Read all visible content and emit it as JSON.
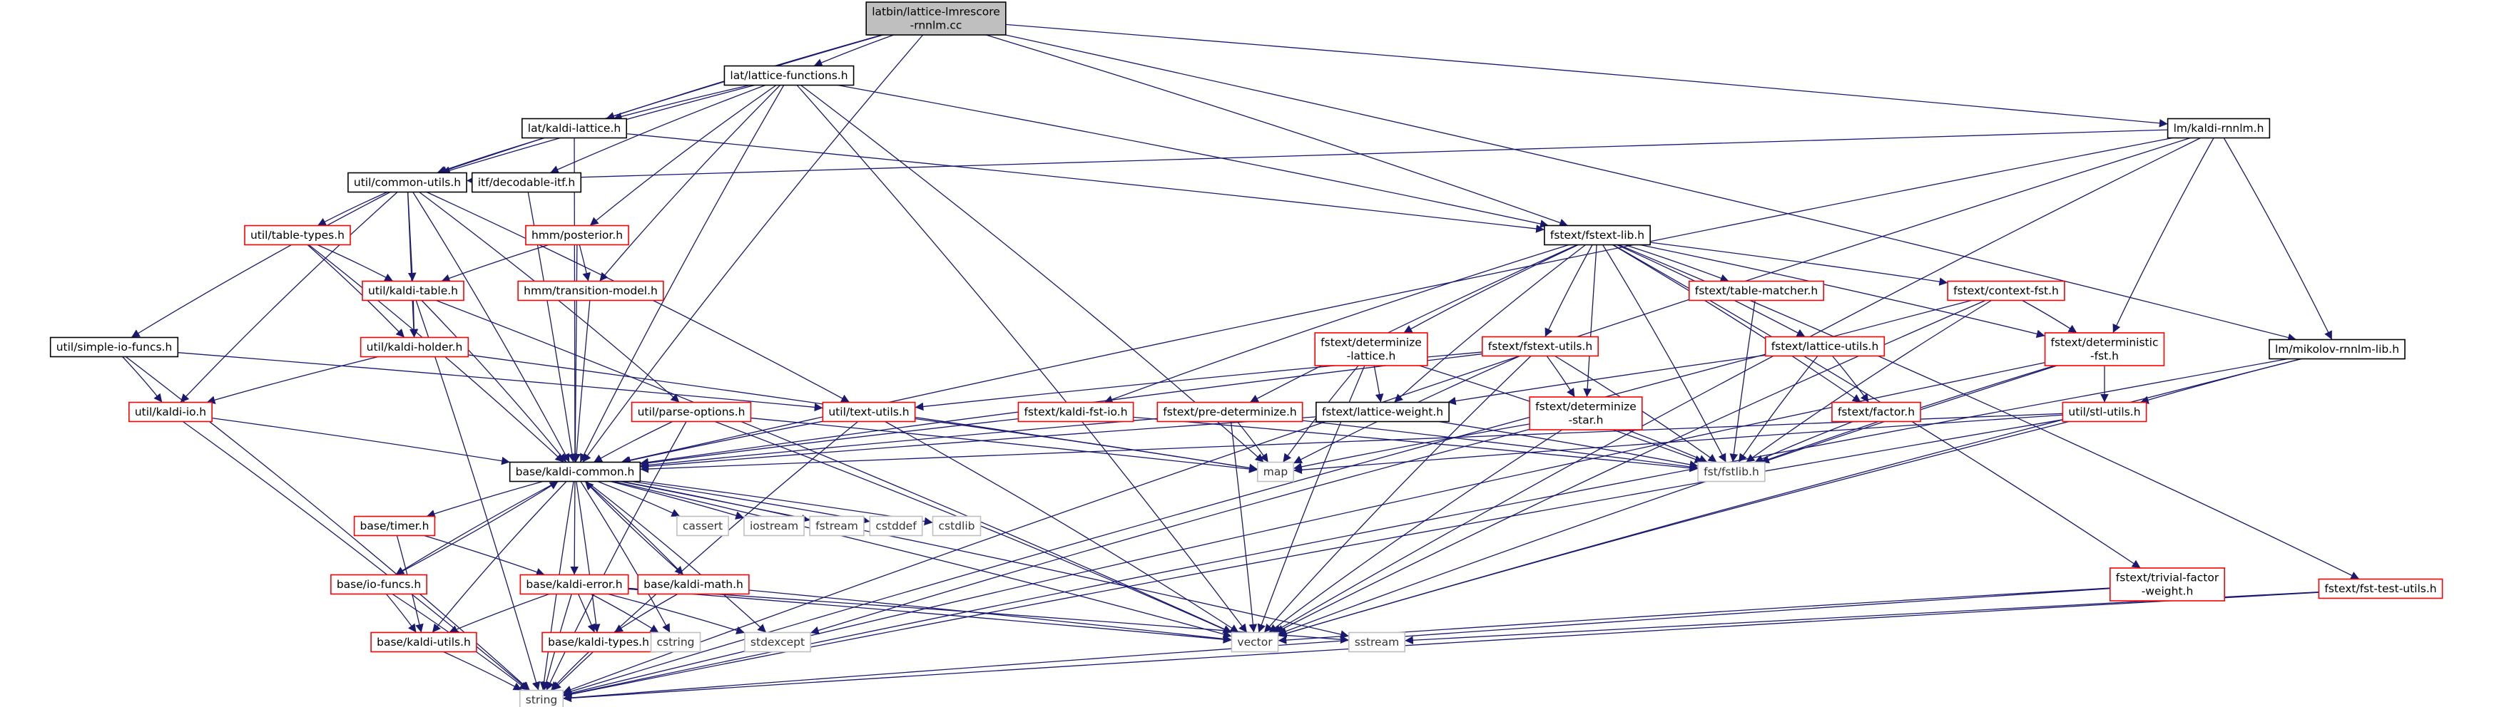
{
  "colors": {
    "edge": "#191970",
    "node_border_default": "#000000",
    "node_border_incomplete": "#ff0000",
    "node_border_external": "#bfbfbf",
    "root_fill": "#bfbfbf",
    "node_fill": "#ffffff"
  },
  "nodes": [
    {
      "id": "root",
      "lines": [
        "latbin/lattice-lmrescore",
        "-rnnlm.cc"
      ],
      "style": "root"
    },
    {
      "id": "lattice_functions",
      "lines": [
        "lat/lattice-functions.h"
      ],
      "style": "default"
    },
    {
      "id": "kaldi_lattice",
      "lines": [
        "lat/kaldi-lattice.h"
      ],
      "style": "default"
    },
    {
      "id": "kaldi_rnnlm",
      "lines": [
        "lm/kaldi-rnnlm.h"
      ],
      "style": "default"
    },
    {
      "id": "common_utils",
      "lines": [
        "util/common-utils.h"
      ],
      "style": "default"
    },
    {
      "id": "decodable_itf",
      "lines": [
        "itf/decodable-itf.h"
      ],
      "style": "default"
    },
    {
      "id": "fstext_lib",
      "lines": [
        "fstext/fstext-lib.h"
      ],
      "style": "default"
    },
    {
      "id": "table_types",
      "lines": [
        "util/table-types.h"
      ],
      "style": "incomplete"
    },
    {
      "id": "posterior",
      "lines": [
        "hmm/posterior.h"
      ],
      "style": "incomplete"
    },
    {
      "id": "kaldi_table",
      "lines": [
        "util/kaldi-table.h"
      ],
      "style": "incomplete"
    },
    {
      "id": "transition_model",
      "lines": [
        "hmm/transition-model.h"
      ],
      "style": "incomplete"
    },
    {
      "id": "kaldi_holder",
      "lines": [
        "util/kaldi-holder.h"
      ],
      "style": "incomplete"
    },
    {
      "id": "simple_io_funcs",
      "lines": [
        "util/simple-io-funcs.h"
      ],
      "style": "default"
    },
    {
      "id": "kaldi_io",
      "lines": [
        "util/kaldi-io.h"
      ],
      "style": "incomplete"
    },
    {
      "id": "parse_options",
      "lines": [
        "util/parse-options.h"
      ],
      "style": "incomplete"
    },
    {
      "id": "text_utils",
      "lines": [
        "util/text-utils.h"
      ],
      "style": "incomplete"
    },
    {
      "id": "determinize_lattice",
      "lines": [
        "fstext/determinize",
        "-lattice.h"
      ],
      "style": "incomplete"
    },
    {
      "id": "table_matcher",
      "lines": [
        "fstext/table-matcher.h"
      ],
      "style": "incomplete"
    },
    {
      "id": "fstext_utils",
      "lines": [
        "fstext/fstext-utils.h"
      ],
      "style": "incomplete"
    },
    {
      "id": "lattice_utils",
      "lines": [
        "fstext/lattice-utils.h"
      ],
      "style": "incomplete"
    },
    {
      "id": "context_fst",
      "lines": [
        "fstext/context-fst.h"
      ],
      "style": "incomplete"
    },
    {
      "id": "deterministic_fst",
      "lines": [
        "fstext/deterministic",
        "-fst.h"
      ],
      "style": "incomplete"
    },
    {
      "id": "mikolov_rnnlm_lib",
      "lines": [
        "lm/mikolov-rnnlm-lib.h"
      ],
      "style": "default"
    },
    {
      "id": "kaldi_fst_io",
      "lines": [
        "fstext/kaldi-fst-io.h"
      ],
      "style": "incomplete"
    },
    {
      "id": "pre_determinize",
      "lines": [
        "fstext/pre-determinize.h"
      ],
      "style": "incomplete"
    },
    {
      "id": "lattice_weight",
      "lines": [
        "fstext/lattice-weight.h"
      ],
      "style": "default"
    },
    {
      "id": "determinize_star",
      "lines": [
        "fstext/determinize",
        "-star.h"
      ],
      "style": "incomplete"
    },
    {
      "id": "factor",
      "lines": [
        "fstext/factor.h"
      ],
      "style": "incomplete"
    },
    {
      "id": "stl_utils",
      "lines": [
        "util/stl-utils.h"
      ],
      "style": "incomplete"
    },
    {
      "id": "kaldi_common",
      "lines": [
        "base/kaldi-common.h"
      ],
      "style": "default"
    },
    {
      "id": "map",
      "lines": [
        "map"
      ],
      "style": "external"
    },
    {
      "id": "fstlib",
      "lines": [
        "fst/fstlib.h"
      ],
      "style": "external"
    },
    {
      "id": "timer",
      "lines": [
        "base/timer.h"
      ],
      "style": "incomplete"
    },
    {
      "id": "cassert",
      "lines": [
        "cassert"
      ],
      "style": "external"
    },
    {
      "id": "iostream",
      "lines": [
        "iostream"
      ],
      "style": "external"
    },
    {
      "id": "fstream",
      "lines": [
        "fstream"
      ],
      "style": "external"
    },
    {
      "id": "cstddef",
      "lines": [
        "cstddef"
      ],
      "style": "external"
    },
    {
      "id": "cstdlib",
      "lines": [
        "cstdlib"
      ],
      "style": "external"
    },
    {
      "id": "io_funcs",
      "lines": [
        "base/io-funcs.h"
      ],
      "style": "incomplete"
    },
    {
      "id": "kaldi_error",
      "lines": [
        "base/kaldi-error.h"
      ],
      "style": "incomplete"
    },
    {
      "id": "kaldi_math",
      "lines": [
        "base/kaldi-math.h"
      ],
      "style": "incomplete"
    },
    {
      "id": "trivial_factor_weight",
      "lines": [
        "fstext/trivial-factor",
        "-weight.h"
      ],
      "style": "incomplete"
    },
    {
      "id": "fst_test_utils",
      "lines": [
        "fstext/fst-test-utils.h"
      ],
      "style": "incomplete"
    },
    {
      "id": "kaldi_utils",
      "lines": [
        "base/kaldi-utils.h"
      ],
      "style": "incomplete"
    },
    {
      "id": "kaldi_types",
      "lines": [
        "base/kaldi-types.h"
      ],
      "style": "incomplete"
    },
    {
      "id": "cstring",
      "lines": [
        "cstring"
      ],
      "style": "external"
    },
    {
      "id": "stdexcept",
      "lines": [
        "stdexcept"
      ],
      "style": "external"
    },
    {
      "id": "vector",
      "lines": [
        "vector"
      ],
      "style": "external"
    },
    {
      "id": "sstream",
      "lines": [
        "sstream"
      ],
      "style": "external"
    },
    {
      "id": "string",
      "lines": [
        "string"
      ],
      "style": "external"
    }
  ],
  "edges": [
    [
      "root",
      "lattice_functions"
    ],
    [
      "root",
      "kaldi_lattice"
    ],
    [
      "root",
      "kaldi_rnnlm"
    ],
    [
      "root",
      "common_utils"
    ],
    [
      "root",
      "fstext_lib"
    ],
    [
      "root",
      "mikolov_rnnlm_lib"
    ],
    [
      "root",
      "kaldi_common"
    ],
    [
      "lattice_functions",
      "kaldi_lattice"
    ],
    [
      "lattice_functions",
      "common_utils"
    ],
    [
      "lattice_functions",
      "decodable_itf"
    ],
    [
      "lattice_functions",
      "fstext_lib"
    ],
    [
      "lattice_functions",
      "posterior"
    ],
    [
      "lattice_functions",
      "transition_model"
    ],
    [
      "lattice_functions",
      "kaldi_common"
    ],
    [
      "lattice_functions",
      "map"
    ],
    [
      "lattice_functions",
      "vector"
    ],
    [
      "kaldi_lattice",
      "common_utils"
    ],
    [
      "kaldi_lattice",
      "fstext_lib"
    ],
    [
      "kaldi_lattice",
      "kaldi_common"
    ],
    [
      "kaldi_rnnlm",
      "common_utils"
    ],
    [
      "kaldi_rnnlm",
      "deterministic_fst"
    ],
    [
      "kaldi_rnnlm",
      "mikolov_rnnlm_lib"
    ],
    [
      "kaldi_rnnlm",
      "kaldi_common"
    ],
    [
      "kaldi_rnnlm",
      "vector"
    ],
    [
      "kaldi_rnnlm",
      "string"
    ],
    [
      "common_utils",
      "table_types"
    ],
    [
      "common_utils",
      "kaldi_table"
    ],
    [
      "common_utils",
      "kaldi_holder"
    ],
    [
      "common_utils",
      "simple_io_funcs"
    ],
    [
      "common_utils",
      "kaldi_io"
    ],
    [
      "common_utils",
      "parse_options"
    ],
    [
      "common_utils",
      "text_utils"
    ],
    [
      "common_utils",
      "kaldi_common"
    ],
    [
      "decodable_itf",
      "kaldi_common"
    ],
    [
      "fstext_lib",
      "determinize_lattice"
    ],
    [
      "fstext_lib",
      "table_matcher"
    ],
    [
      "fstext_lib",
      "fstext_utils"
    ],
    [
      "fstext_lib",
      "lattice_utils"
    ],
    [
      "fstext_lib",
      "context_fst"
    ],
    [
      "fstext_lib",
      "deterministic_fst"
    ],
    [
      "fstext_lib",
      "kaldi_fst_io"
    ],
    [
      "fstext_lib",
      "pre_determinize"
    ],
    [
      "fstext_lib",
      "lattice_weight"
    ],
    [
      "fstext_lib",
      "determinize_star"
    ],
    [
      "fstext_lib",
      "factor"
    ],
    [
      "fstext_lib",
      "trivial_factor_weight"
    ],
    [
      "fstext_lib",
      "fst_test_utils"
    ],
    [
      "fstext_lib",
      "fstlib"
    ],
    [
      "table_types",
      "kaldi_table"
    ],
    [
      "table_types",
      "kaldi_holder"
    ],
    [
      "table_types",
      "kaldi_common"
    ],
    [
      "posterior",
      "kaldi_table"
    ],
    [
      "posterior",
      "transition_model"
    ],
    [
      "posterior",
      "kaldi_common"
    ],
    [
      "transition_model",
      "kaldi_common"
    ],
    [
      "kaldi_table",
      "kaldi_holder"
    ],
    [
      "kaldi_table",
      "kaldi_common"
    ],
    [
      "kaldi_table",
      "string"
    ],
    [
      "kaldi_table",
      "vector"
    ],
    [
      "kaldi_holder",
      "kaldi_io"
    ],
    [
      "kaldi_holder",
      "map"
    ],
    [
      "simple_io_funcs",
      "kaldi_io"
    ],
    [
      "simple_io_funcs",
      "string"
    ],
    [
      "simple_io_funcs",
      "text_utils"
    ],
    [
      "kaldi_io",
      "kaldi_common"
    ],
    [
      "kaldi_io",
      "string"
    ],
    [
      "parse_options",
      "kaldi_common"
    ],
    [
      "parse_options",
      "string"
    ],
    [
      "parse_options",
      "map"
    ],
    [
      "parse_options",
      "vector"
    ],
    [
      "text_utils",
      "kaldi_common"
    ],
    [
      "text_utils",
      "string"
    ],
    [
      "text_utils",
      "vector"
    ],
    [
      "text_utils",
      "map"
    ],
    [
      "determinize_lattice",
      "lattice_weight"
    ],
    [
      "determinize_lattice",
      "fstlib"
    ],
    [
      "determinize_lattice",
      "map"
    ],
    [
      "determinize_lattice",
      "vector"
    ],
    [
      "table_matcher",
      "fstlib"
    ],
    [
      "fstext_utils",
      "text_utils"
    ],
    [
      "fstext_utils",
      "determinize_star"
    ],
    [
      "fstext_utils",
      "fstlib"
    ],
    [
      "fstext_utils",
      "map"
    ],
    [
      "fstext_utils",
      "vector"
    ],
    [
      "fstext_utils",
      "kaldi_common"
    ],
    [
      "lattice_utils",
      "lattice_weight"
    ],
    [
      "lattice_utils",
      "factor"
    ],
    [
      "lattice_utils",
      "fstlib"
    ],
    [
      "context_fst",
      "deterministic_fst"
    ],
    [
      "context_fst",
      "fstlib"
    ],
    [
      "context_fst",
      "vector"
    ],
    [
      "context_fst",
      "string"
    ],
    [
      "deterministic_fst",
      "stl_utils"
    ],
    [
      "deterministic_fst",
      "fstlib"
    ],
    [
      "deterministic_fst",
      "vector"
    ],
    [
      "deterministic_fst",
      "string"
    ],
    [
      "mikolov_rnnlm_lib",
      "stl_utils"
    ],
    [
      "mikolov_rnnlm_lib",
      "vector"
    ],
    [
      "mikolov_rnnlm_lib",
      "string"
    ],
    [
      "kaldi_fst_io",
      "kaldi_common"
    ],
    [
      "kaldi_fst_io",
      "fstlib"
    ],
    [
      "pre_determinize",
      "kaldi_common"
    ],
    [
      "pre_determinize",
      "fstlib"
    ],
    [
      "pre_determinize",
      "map"
    ],
    [
      "pre_determinize",
      "vector"
    ],
    [
      "lattice_weight",
      "kaldi_common"
    ],
    [
      "lattice_weight",
      "fstlib"
    ],
    [
      "determinize_star",
      "fstlib"
    ],
    [
      "determinize_star",
      "vector"
    ],
    [
      "determinize_star",
      "stdexcept"
    ],
    [
      "determinize_star",
      "map"
    ],
    [
      "factor",
      "fstlib"
    ],
    [
      "stl_utils",
      "kaldi_common"
    ],
    [
      "stl_utils",
      "map"
    ],
    [
      "stl_utils",
      "vector"
    ],
    [
      "stl_utils",
      "string"
    ],
    [
      "kaldi_common",
      "timer"
    ],
    [
      "kaldi_common",
      "cassert"
    ],
    [
      "kaldi_common",
      "iostream"
    ],
    [
      "kaldi_common",
      "fstream"
    ],
    [
      "kaldi_common",
      "cstddef"
    ],
    [
      "kaldi_common",
      "cstdlib"
    ],
    [
      "kaldi_common",
      "io_funcs"
    ],
    [
      "kaldi_common",
      "kaldi_error"
    ],
    [
      "kaldi_common",
      "kaldi_math"
    ],
    [
      "kaldi_common",
      "kaldi_utils"
    ],
    [
      "kaldi_common",
      "kaldi_types"
    ],
    [
      "kaldi_common",
      "cstring"
    ],
    [
      "kaldi_common",
      "stdexcept"
    ],
    [
      "kaldi_common",
      "vector"
    ],
    [
      "kaldi_common",
      "sstream"
    ],
    [
      "kaldi_common",
      "string"
    ],
    [
      "timer",
      "kaldi_error"
    ],
    [
      "timer",
      "kaldi_utils"
    ],
    [
      "io_funcs",
      "kaldi_common"
    ],
    [
      "io_funcs",
      "kaldi_utils"
    ],
    [
      "io_funcs",
      "string"
    ],
    [
      "kaldi_error",
      "kaldi_utils"
    ],
    [
      "kaldi_error",
      "kaldi_types"
    ],
    [
      "kaldi_error",
      "cstring"
    ],
    [
      "kaldi_error",
      "stdexcept"
    ],
    [
      "kaldi_error",
      "vector"
    ],
    [
      "kaldi_error",
      "sstream"
    ],
    [
      "kaldi_error",
      "string"
    ],
    [
      "kaldi_math",
      "kaldi_common"
    ],
    [
      "kaldi_math",
      "kaldi_types"
    ],
    [
      "kaldi_math",
      "vector"
    ],
    [
      "trivial_factor_weight",
      "vector"
    ],
    [
      "trivial_factor_weight",
      "string"
    ],
    [
      "fst_test_utils",
      "sstream"
    ],
    [
      "fst_test_utils",
      "string"
    ],
    [
      "kaldi_utils",
      "string"
    ],
    [
      "kaldi_types",
      "string"
    ]
  ]
}
